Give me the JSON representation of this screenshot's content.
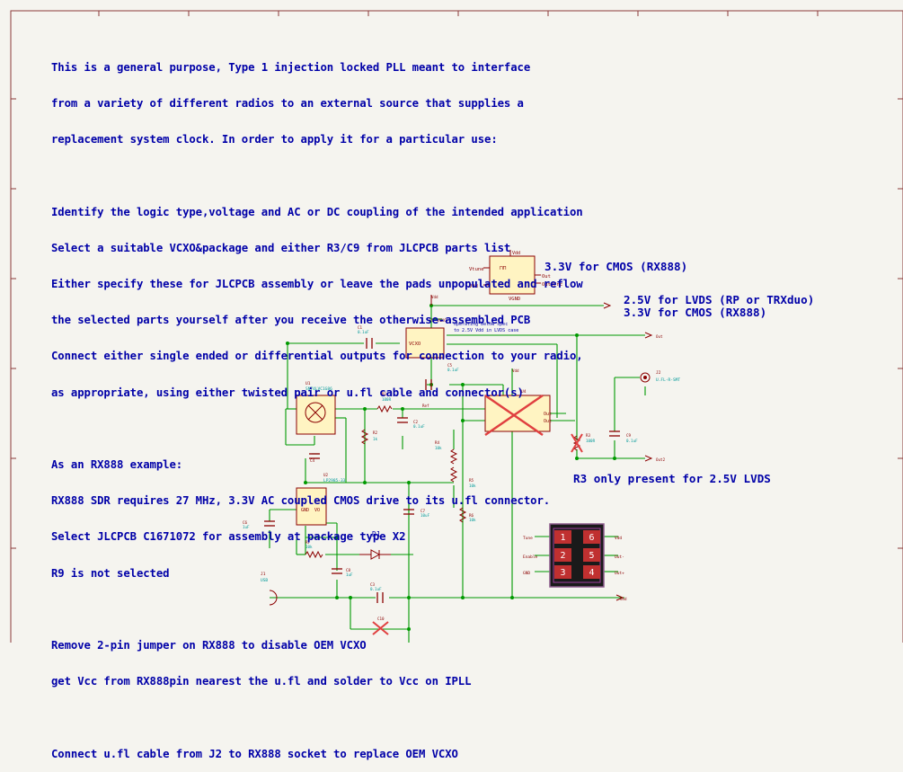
{
  "notes": {
    "intro": [
      "This is a general purpose, Type 1 injection locked PLL meant to interface",
      "from a variety of different radios to an external source that supplies a",
      "replacement system clock. In order to apply it for a particular use:"
    ],
    "steps": [
      "Identify the logic type,voltage and AC or DC coupling of the intended application",
      "Select a suitable VCXO&package and either R3/C9 from JLCPCB parts list",
      "Either specify these for JLCPCB assembly or leave the pads unpopulated and reflow",
      "the selected parts yourself after you receive the otherwise-assembled PCB",
      "Connect either single ended or differential outputs for connection to your radio,",
      "as appropriate, using either twisted pair or u.fl cable and connector(s)"
    ],
    "example": [
      "As an RX888 example:",
      "RX888 SDR requires 27 MHz, 3.3V AC coupled CMOS drive to its u.fl connector.",
      "Select JLCPCB C1671072 for assembly at package type X2",
      "R9 is not selected"
    ],
    "jumper": [
      "Remove 2-pin jumper on RX888 to disable OEM VCXO",
      "get Vcc from RX888pin nearest the u.fl and solder to Vcc on IPLL"
    ],
    "cable": "Connect u.fl cable from J2 to RX888 socket to replace OEM VCXO"
  },
  "labels": {
    "cmos_top": "3.3V for CMOS (RX888)",
    "lvds": "2.5V for LVDS (RP or TRXduo)",
    "cmos_bottom": "3.3V for CMOS (RX888)",
    "r3_note": "R3 only present for 2.5V LVDS",
    "d1": "D1"
  },
  "footprint_pads": [
    "1",
    "6",
    "2",
    "5",
    "3",
    "4"
  ],
  "colors": {
    "text_blue": "#0000a8",
    "wire_green": "#009900",
    "symbol_red": "#8b0000",
    "symbol_fill": "#fff4c2",
    "dnp_cross": "#e04040",
    "pad_red": "#c03030"
  }
}
